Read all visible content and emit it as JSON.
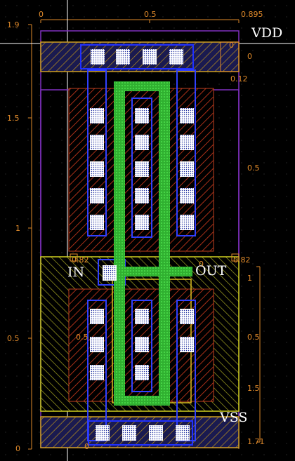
{
  "labels": {
    "vdd": "VDD",
    "vss": "VSS",
    "in": "IN",
    "out": "OUT"
  },
  "axis": {
    "top": [
      "0",
      "0.5",
      "0.895"
    ],
    "left": [
      "1.9",
      "1.5",
      "1",
      "0.5",
      "0"
    ],
    "right_top": [
      "0",
      "0.12",
      "0.5",
      "0.82"
    ],
    "right_bottom": [
      "1",
      "0.5",
      "1.5",
      "1.71"
    ],
    "inner_top": [
      "0.82",
      "0"
    ],
    "inner_bottom": [
      "0.5",
      "0"
    ],
    "bottom_zero": "0"
  },
  "colors": {
    "nwell": "#3a3a10",
    "metal": "#4040ff",
    "poly": "#20c020",
    "diff": "#c04020",
    "contact": "#ffffff",
    "grid_line": "#e08a2a",
    "purple": "#8030c0"
  }
}
